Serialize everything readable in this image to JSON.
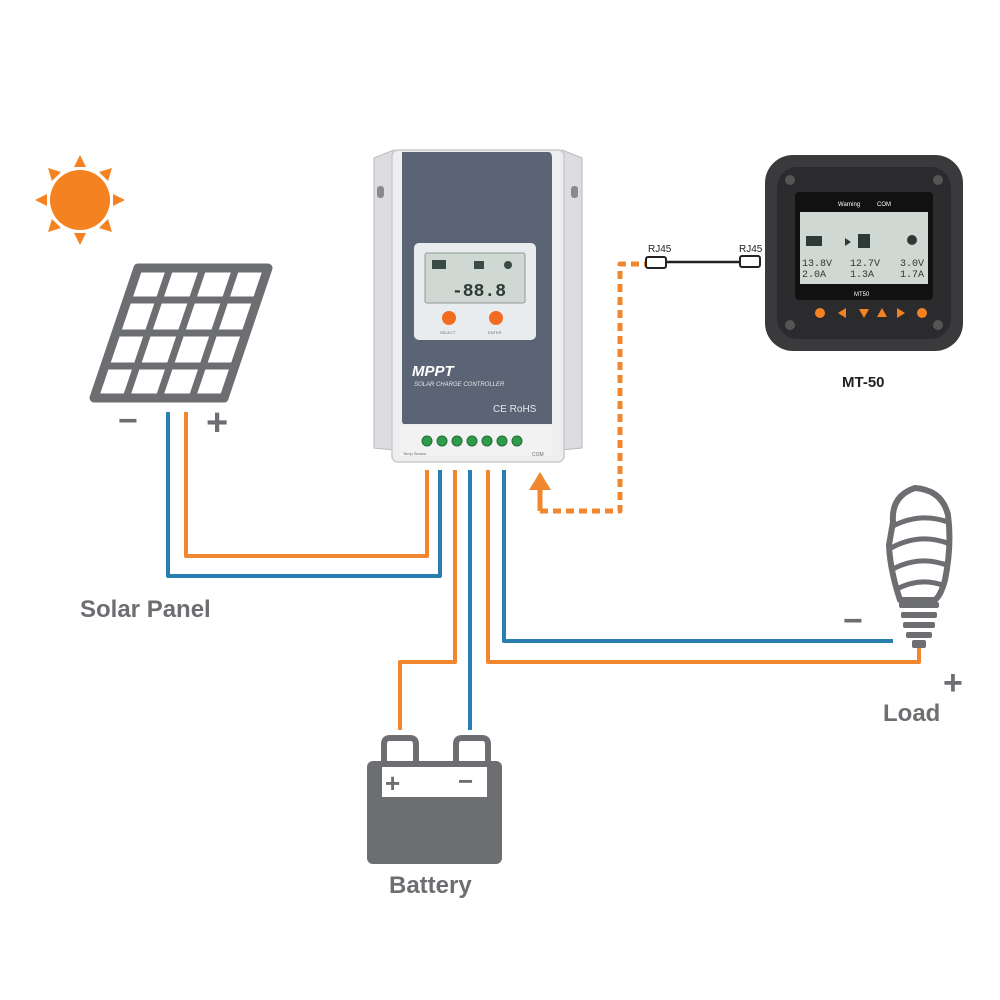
{
  "labels": {
    "solar_panel": "Solar Panel",
    "battery": "Battery",
    "load": "Load",
    "meter": "MT-50",
    "rj45_left": "RJ45",
    "rj45_right": "RJ45"
  },
  "signs": {
    "minus": "−",
    "plus": "+"
  },
  "controller": {
    "brand": "MPPT",
    "subtitle": "SOLAR CHARGE CONTROLLER",
    "cert": "CE RoHS",
    "display": "-88.8",
    "button_left": "SELECT",
    "button_right": "ENTER",
    "com": "COM",
    "temp": "Temp Sensor"
  },
  "meter": {
    "header_left": "Warning",
    "header_right": "COM",
    "pv_v": "13.8V",
    "pv_a": "2.0A",
    "bat_v": "12.7V",
    "bat_a": "1.3A",
    "load_v": "3.0V",
    "load_a": "1.7A",
    "model": "MT50"
  },
  "colors": {
    "orange": "#f0872e",
    "blue": "#2a7fb0",
    "gray": "#6d6e71",
    "sun": "#f58220",
    "controller_panel": "#5a6474",
    "meter_body": "#3a3a3c",
    "lcd": "#cfd8d2"
  }
}
